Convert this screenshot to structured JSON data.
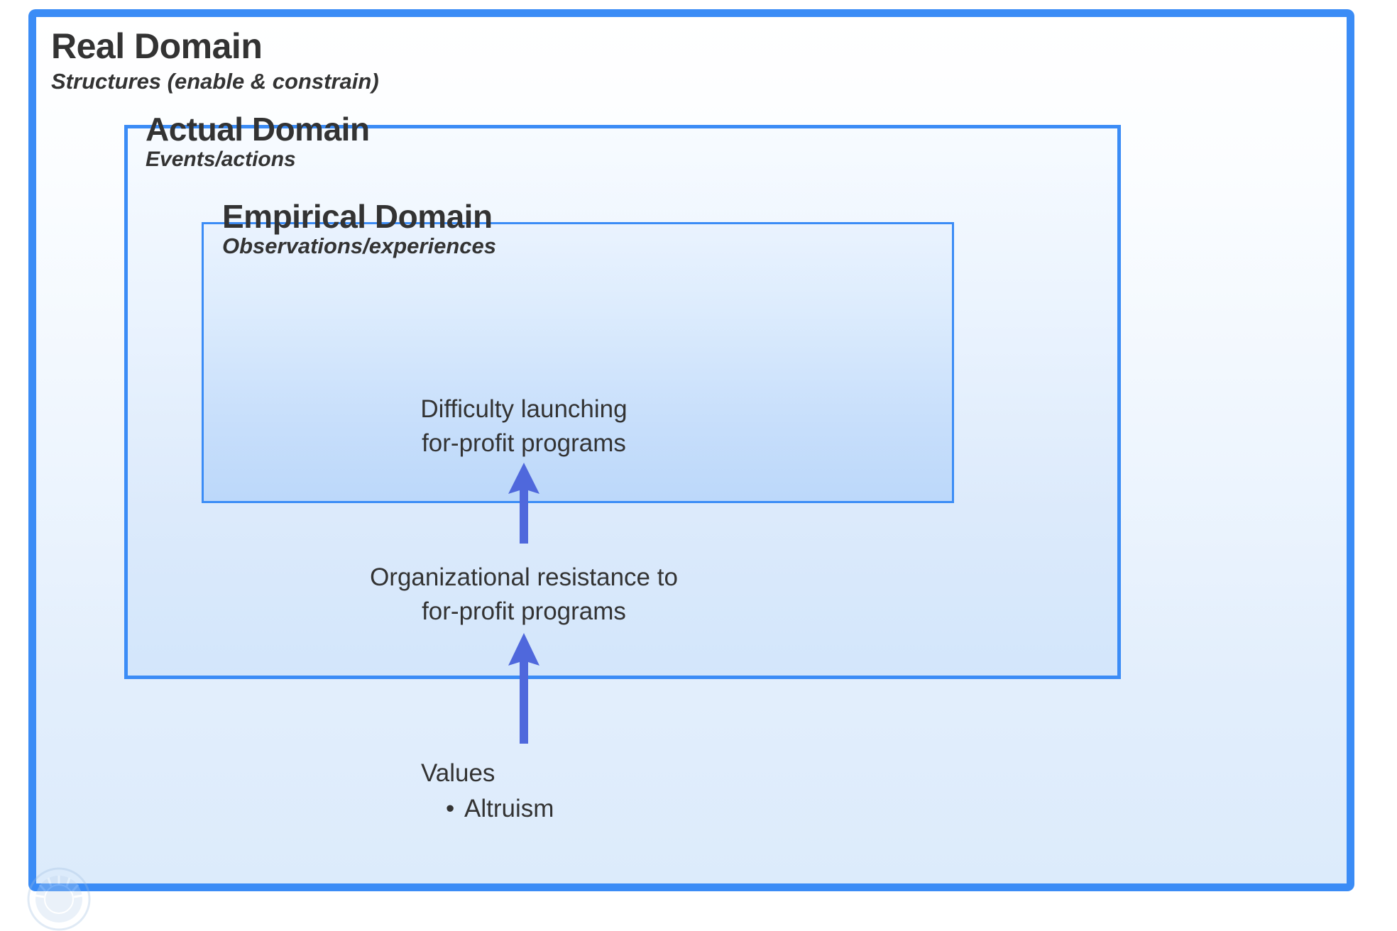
{
  "diagram": {
    "type": "nested-domains-critical-realism",
    "title_colors": {
      "text": "#333333",
      "outer_border": "#3b8cf6",
      "inner_border": "#3b8cf6",
      "arrow": "#4f68dc"
    },
    "levels": [
      {
        "id": "real",
        "title": "Real Domain",
        "subtitle": "Structures (enable & constrain)"
      },
      {
        "id": "actual",
        "title": "Actual Domain",
        "subtitle": "Events/actions"
      },
      {
        "id": "empirical",
        "title": "Empirical Domain",
        "subtitle": "Observations/experiences"
      }
    ],
    "nodes": [
      {
        "id": "difficulty",
        "level": "empirical",
        "text": "Difficulty launching\nfor-profit programs"
      },
      {
        "id": "resistance",
        "level": "actual",
        "text": "Organizational resistance to\nfor-profit programs"
      }
    ],
    "values": {
      "heading": "Values",
      "items": [
        {
          "bullet": "•",
          "label": "Altruism"
        }
      ]
    },
    "arrows": [
      {
        "id": "values-to-resistance",
        "from": "values",
        "to": "resistance",
        "direction": "up"
      },
      {
        "id": "resistance-to-difficulty",
        "from": "resistance",
        "to": "difficulty",
        "direction": "up"
      }
    ],
    "watermark": {
      "name": "university-seal-watermark"
    }
  }
}
